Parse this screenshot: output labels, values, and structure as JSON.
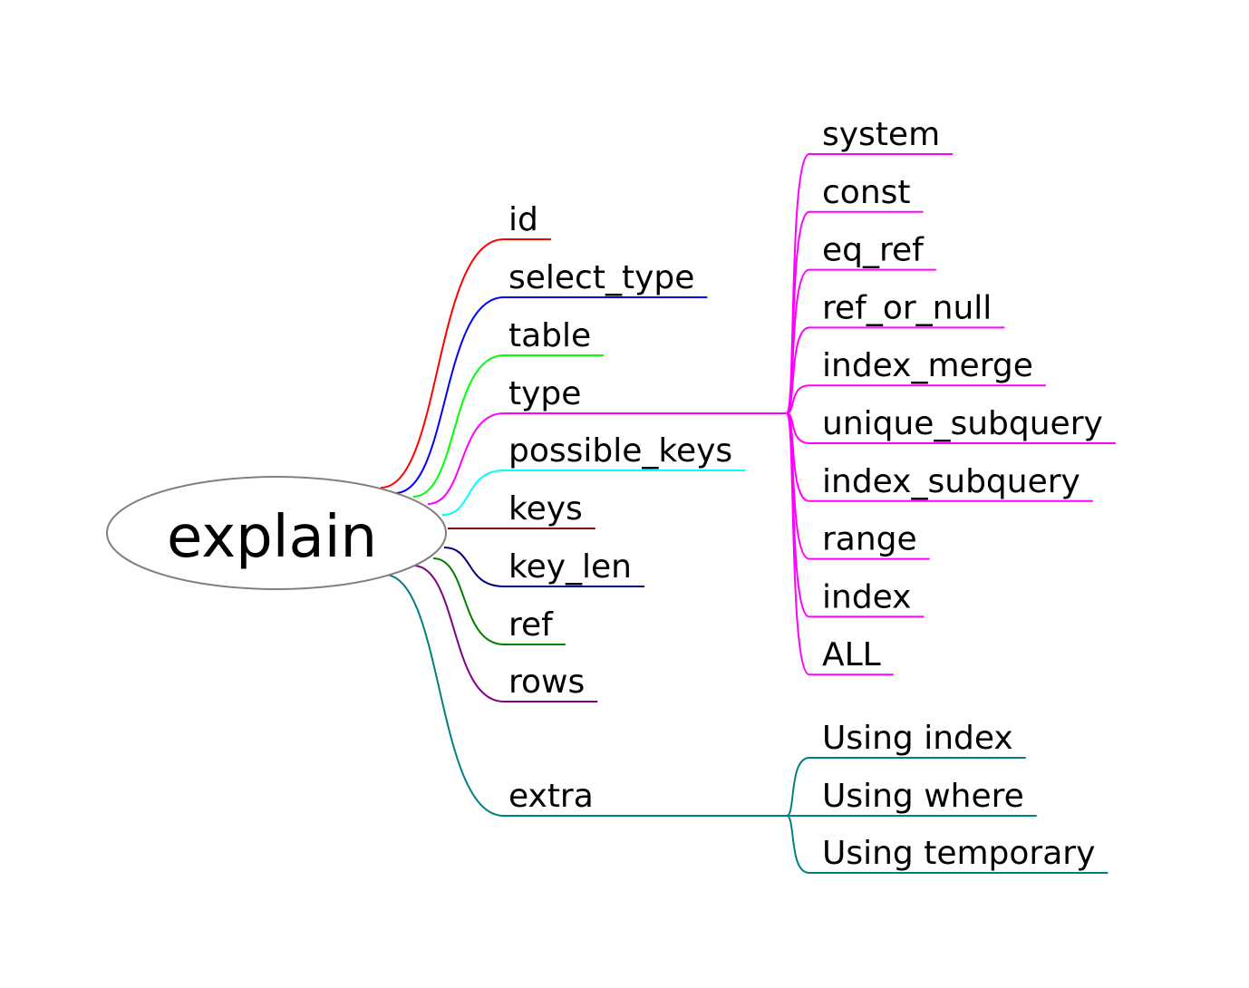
{
  "root": {
    "label": "explain"
  },
  "colors": {
    "root_outline": "#808080",
    "id": "#ff0000",
    "select_type": "#0000ff",
    "table": "#00ff00",
    "type": "#ff00ff",
    "possible_keys": "#00ffff",
    "keys": "#800000",
    "key_len": "#000080",
    "ref": "#008000",
    "rows": "#800080",
    "extra": "#008080"
  },
  "branches": [
    {
      "key": "id",
      "label": "id",
      "children": []
    },
    {
      "key": "select_type",
      "label": "select_type",
      "children": []
    },
    {
      "key": "table",
      "label": "table",
      "children": []
    },
    {
      "key": "type",
      "label": "type",
      "children": [
        {
          "label": "system"
        },
        {
          "label": "const"
        },
        {
          "label": "eq_ref"
        },
        {
          "label": "ref_or_null"
        },
        {
          "label": "index_merge"
        },
        {
          "label": "unique_subquery"
        },
        {
          "label": "index_subquery"
        },
        {
          "label": "range"
        },
        {
          "label": "index"
        },
        {
          "label": "ALL"
        }
      ]
    },
    {
      "key": "possible_keys",
      "label": "possible_keys",
      "children": []
    },
    {
      "key": "keys",
      "label": "keys",
      "children": []
    },
    {
      "key": "key_len",
      "label": "key_len",
      "children": []
    },
    {
      "key": "ref",
      "label": "ref",
      "children": []
    },
    {
      "key": "rows",
      "label": "rows",
      "children": []
    },
    {
      "key": "extra",
      "label": "extra",
      "children": [
        {
          "label": "Using index"
        },
        {
          "label": "Using where"
        },
        {
          "label": "Using temporary"
        }
      ]
    }
  ]
}
